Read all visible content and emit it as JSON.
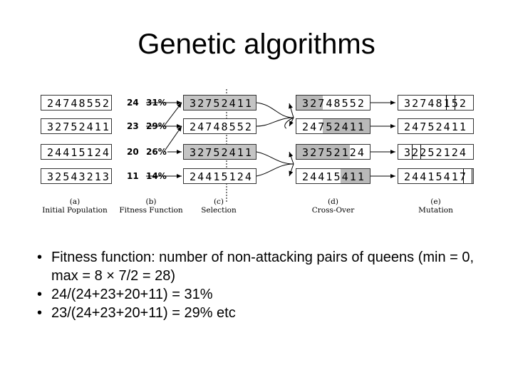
{
  "title": "Genetic algorithms",
  "diagram": {
    "populations": [
      "24748552",
      "32752411",
      "24415124",
      "32543213"
    ],
    "fitness": [
      {
        "score": "24",
        "pct": "31%"
      },
      {
        "score": "23",
        "pct": "29%"
      },
      {
        "score": "20",
        "pct": "26%"
      },
      {
        "score": "11",
        "pct": "14%"
      }
    ],
    "selection": [
      "32752411",
      "24748552",
      "32752411",
      "24415124"
    ],
    "crossover": [
      "32748552",
      "24752411",
      "32752124",
      "24415411"
    ],
    "mutation": [
      "32748152",
      "24752411",
      "32252124",
      "24415417"
    ],
    "captions": [
      {
        "letter": "(a)",
        "label": "Initial Population"
      },
      {
        "letter": "(b)",
        "label": "Fitness Function"
      },
      {
        "letter": "(c)",
        "label": "Selection"
      },
      {
        "letter": "(d)",
        "label": "Cross-Over"
      },
      {
        "letter": "(e)",
        "label": "Mutation"
      }
    ]
  },
  "bullets": [
    "Fitness function: number of non-attacking pairs of queens (min = 0, max = 8 × 7/2 = 28)",
    "24/(24+23+20+11) = 31%",
    "23/(24+23+20+11) = 29% etc"
  ]
}
